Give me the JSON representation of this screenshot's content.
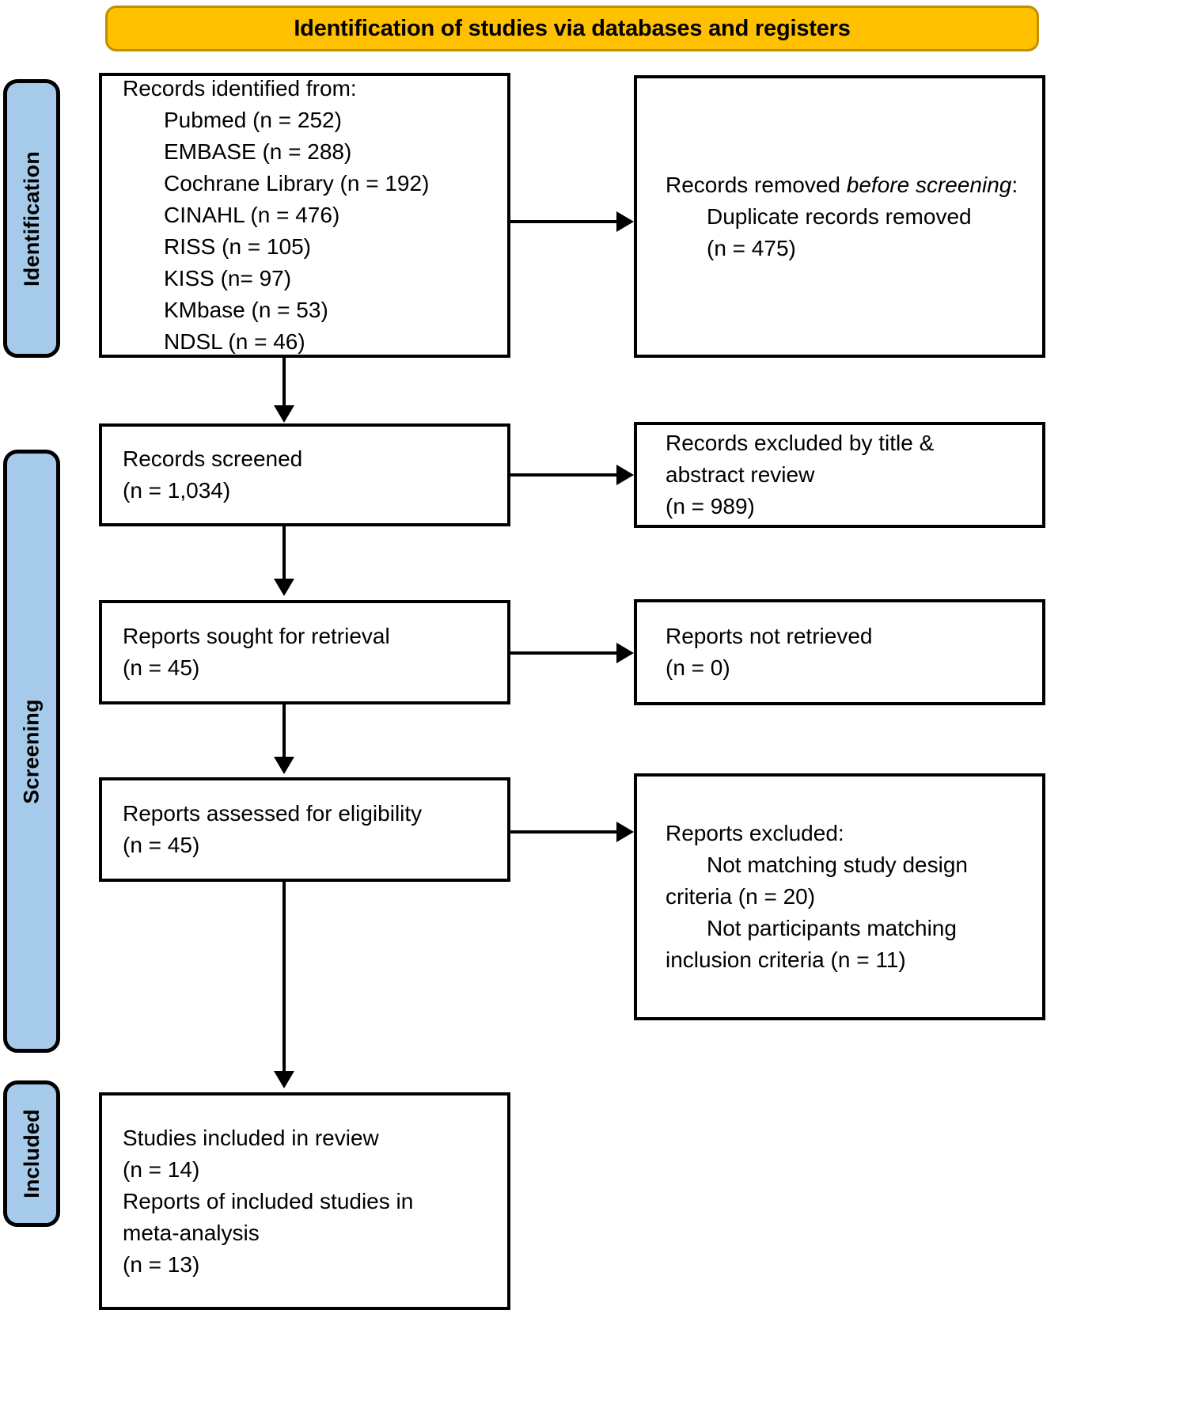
{
  "banner": {
    "title": "Identification of studies via databases and registers",
    "fill_color": "#FFC000",
    "border_color": "#BF9000"
  },
  "rails": [
    {
      "label": "Identification",
      "fill_color": "#A6CBEA"
    },
    {
      "label": "Screening",
      "fill_color": "#A6CBEA"
    },
    {
      "label": "Included",
      "fill_color": "#A6CBEA"
    }
  ],
  "nodes": {
    "records_identified": {
      "heading": "Records identified from:",
      "sources": [
        "Pubmed (n = 252)",
        "EMBASE (n = 288)",
        "Cochrane Library (n = 192)",
        "CINAHL (n = 476)",
        "RISS (n = 105)",
        "KISS (n= 97)",
        "KMbase (n = 53)",
        "NDSL (n = 46)"
      ]
    },
    "records_removed": {
      "heading_pre": "Records removed ",
      "heading_italic": "before screening",
      "heading_post": ":",
      "items": [
        "Duplicate records removed",
        "(n = 475)"
      ]
    },
    "records_screened": {
      "label": "Records screened",
      "count": "(n = 1,034)"
    },
    "records_excluded": {
      "line1": "Records excluded by title &",
      "line2": "abstract review",
      "count": "(n = 989)"
    },
    "reports_sought": {
      "label": "Reports sought for retrieval",
      "count": "(n = 45)"
    },
    "reports_not_retrieved": {
      "label": "Reports not retrieved",
      "count": "(n = 0)"
    },
    "reports_assessed": {
      "label": "Reports assessed for eligibility",
      "count": "(n = 45)"
    },
    "reports_excluded": {
      "heading": "Reports excluded:",
      "reasons": [
        "Not matching study design",
        "criteria (n = 20)",
        "Not participants matching",
        "inclusion criteria (n = 11)"
      ]
    },
    "studies_included": {
      "line1": "Studies included in review",
      "count1": "(n = 14)",
      "line2": "Reports of included studies in",
      "line3": "meta-analysis",
      "count2": "(n = 13)"
    }
  }
}
